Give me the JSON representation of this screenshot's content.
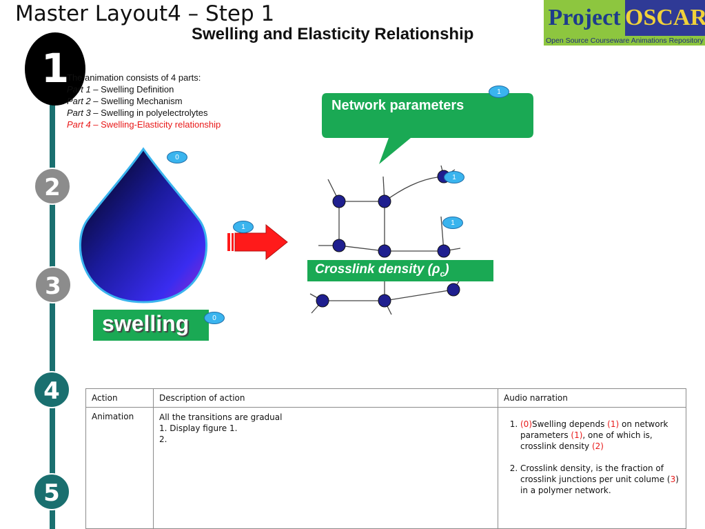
{
  "header": {
    "master_title": "Master Layout4 – Step 1",
    "slide_title": "Swelling and Elasticity Relationship",
    "logo": {
      "project": "Project",
      "oscar": "OSCAR",
      "subtitle": "Open Source Courseware Animations Repository"
    }
  },
  "steps": {
    "current": "1",
    "items": [
      "2",
      "3",
      "4",
      "5"
    ],
    "colors": {
      "current": "#000000",
      "inactive": "#8c8c8c",
      "future": "#1a6f6f",
      "track": "#1a6f6f"
    }
  },
  "parts": {
    "intro": "The animation consists of 4 parts:",
    "items": [
      {
        "label": "Part 1",
        "text": " – Swelling Definition"
      },
      {
        "label": "Part 2",
        "text": " – Swelling Mechanism"
      },
      {
        "label": "Part 3",
        "text": " – Swelling in polyelectrolytes"
      },
      {
        "label": "Part 4",
        "text": " – Swelling-Elasticity relationship"
      }
    ]
  },
  "figure": {
    "callout": "Network parameters",
    "swelling": "swelling",
    "crosslink": "Crosslink density (ρ",
    "crosslink_sub": "c",
    "crosslink_close": ")",
    "badges": {
      "callout": "1",
      "drop": "0",
      "arrow": "1",
      "node_top": "1",
      "node_mid": "1",
      "swelling": "0"
    },
    "colors": {
      "green": "#1aa954",
      "node": "#1f1f8f",
      "badge": "#3ab4ee",
      "arrow": "#ff1a1a"
    }
  },
  "table": {
    "headers": [
      "Action",
      "Description of action",
      "Audio narration"
    ],
    "row": {
      "action": "Animation",
      "desc_intro": "All the transitions are gradual",
      "desc_steps": [
        "1.  Display figure 1.",
        "2."
      ],
      "narration": [
        {
          "p1": "(0)",
          "p2": "Swelling depends ",
          "p3": "(1)",
          "p4": " on network parameters ",
          "p5": "(1)",
          "p6": ", one of which is, crosslink density ",
          "p7": "(2)"
        },
        {
          "p1": "Crosslink density, is the fraction of crosslink junctions per unit colume (",
          "p2": "3",
          "p3": ") in a polymer network."
        }
      ]
    }
  }
}
